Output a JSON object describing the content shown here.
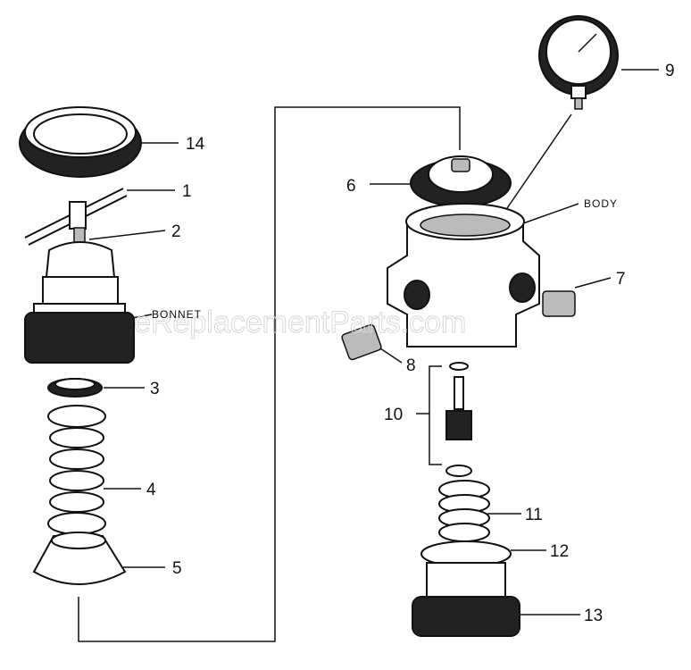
{
  "watermark": "eReplacementParts.com",
  "labels": {
    "p1": "1",
    "p2": "2",
    "p3": "3",
    "p4": "4",
    "p5": "5",
    "p6": "6",
    "p7": "7",
    "p8": "8",
    "p9": "9",
    "p10": "10",
    "p11": "11",
    "p12": "12",
    "p13": "13",
    "p14": "14",
    "bonnet": "BONNET",
    "body": "BODY"
  }
}
